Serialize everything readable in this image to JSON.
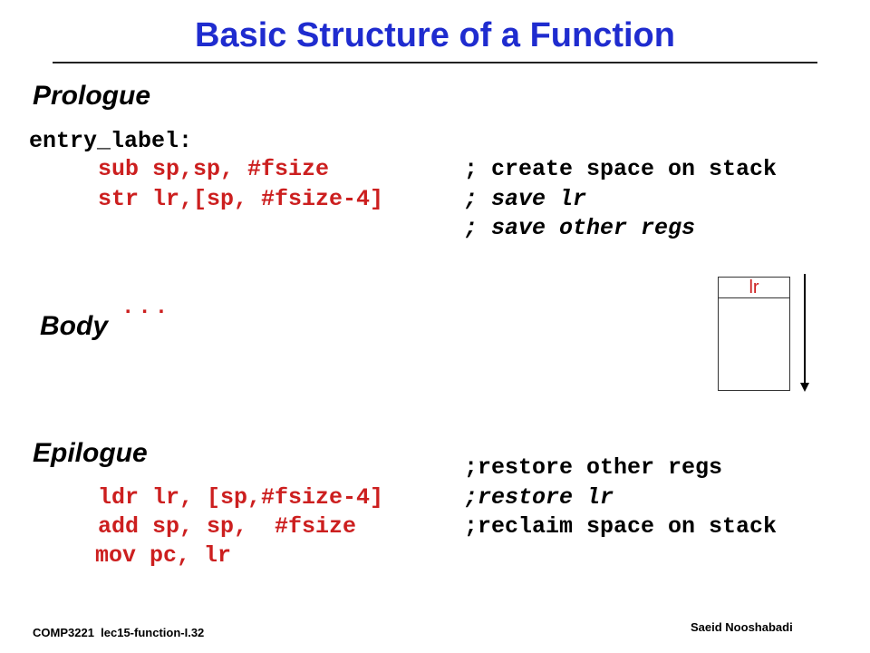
{
  "title": "Basic Structure of a Function",
  "prologue": {
    "heading": "Prologue",
    "label": "entry_label:",
    "lines": [
      {
        "instr": "sub sp,sp, #fsize",
        "comment": "; create space on stack"
      },
      {
        "instr": "str lr,[sp, #fsize-4]",
        "comment": "; save lr"
      },
      {
        "instr": "",
        "comment": "; save other regs"
      }
    ]
  },
  "body": {
    "heading": "Body",
    "dots": "..."
  },
  "epilogue": {
    "heading": "Epilogue",
    "lines": [
      {
        "instr": "",
        "comment": ";restore other regs"
      },
      {
        "instr": "ldr lr, [sp,#fsize-4]",
        "comment": ";restore lr"
      },
      {
        "instr": "add sp, sp,  #fsize",
        "comment": ";reclaim space on stack"
      },
      {
        "instr": "mov pc, lr",
        "comment": ""
      }
    ]
  },
  "stack_diagram": {
    "top_label": "lr"
  },
  "footer": {
    "left": "COMP3221  lec15-function-I.32",
    "right": "Saeid Nooshabadi"
  },
  "colors": {
    "title": "#1f2ccf",
    "code": "#cc1f1f",
    "text": "#000000"
  }
}
